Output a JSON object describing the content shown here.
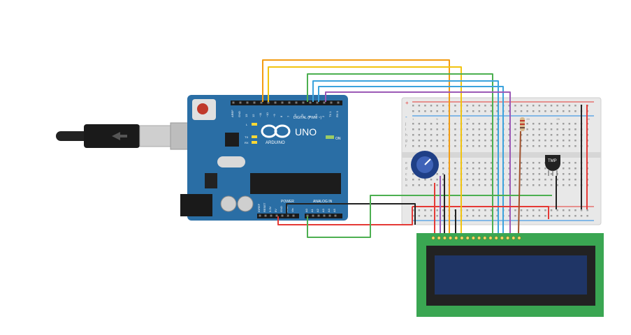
{
  "arduino": {
    "model_text": "UNO",
    "brand_text": "ARDUINO",
    "digital_label": "DIGITAL (PWM ~)",
    "power_label": "POWER",
    "analog_label": "ANALOG IN",
    "on_label": "ON",
    "led_labels": [
      "L",
      "TX",
      "RX"
    ],
    "top_pin_labels": [
      "AREF",
      "GND",
      "13",
      "12",
      "~11",
      "~10",
      "~9",
      "8",
      "7",
      "~6",
      "~5",
      "4",
      "~3",
      "2",
      "TX 1",
      "RX 0"
    ],
    "power_pin_labels": [
      "IOREF",
      "RESET",
      "3.3V",
      "5V",
      "GND",
      "GND",
      "Vin"
    ],
    "analog_pin_labels": [
      "A0",
      "A1",
      "A2",
      "A3",
      "A4",
      "A5"
    ]
  },
  "breadboard": {
    "column_numbers": [
      "1",
      "5",
      "10",
      "15",
      "20",
      "25",
      "30"
    ],
    "row_letters_top": [
      "j",
      "i",
      "h",
      "g",
      "f"
    ],
    "row_letters_bottom": [
      "e",
      "d",
      "c",
      "b",
      "a"
    ],
    "rail_plus": "+",
    "rail_minus": "-"
  },
  "sensor": {
    "label": "TMP"
  },
  "lcd": {
    "pin_count": 16
  },
  "colors": {
    "board_blue": "#2a6ea5",
    "breadboard": "#e8e8e8",
    "lcd_green": "#3aa652",
    "lcd_screen": "#1f3566",
    "wire_orange": "#f39c12",
    "wire_yellow": "#f1c40f",
    "wire_green": "#4caf50",
    "wire_blue": "#3ba3dd",
    "wire_purple": "#9b59b6",
    "wire_red": "#e53935",
    "wire_black": "#222222"
  }
}
